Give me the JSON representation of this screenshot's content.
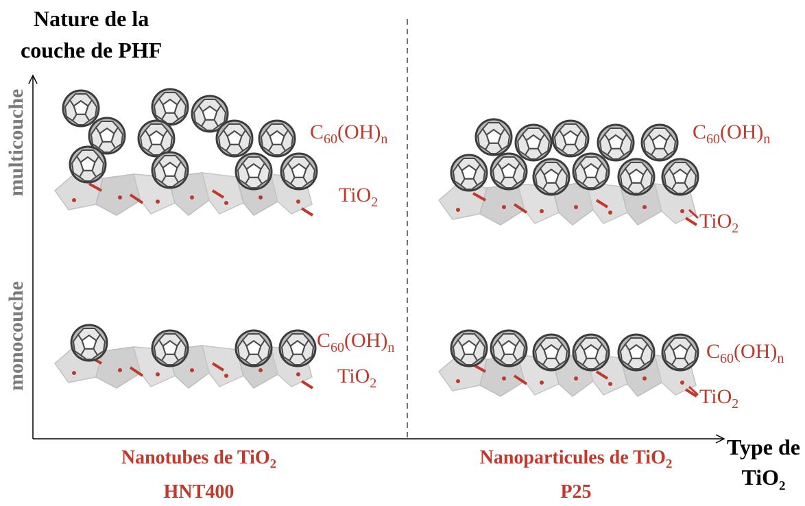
{
  "axes": {
    "y_label_line1": "Nature de la",
    "y_label_line2": "couche de PHF",
    "x_label_line1": "Type de",
    "x_label_line2_main": "TiO",
    "x_label_line2_sub": "2",
    "y_level_top": "multicouche",
    "y_level_bottom": "monocouche"
  },
  "labels": {
    "c60_main": "C",
    "c60_sub": "60",
    "c60_mid": "(OH)",
    "c60_sub2": "n",
    "tio2_main": "TiO",
    "tio2_sub": "2"
  },
  "categories": [
    {
      "line1_main": "Nanotubes de TiO",
      "line1_sub": "2",
      "line2": "HNT400"
    },
    {
      "line1_main": "Nanoparticules de TiO",
      "line1_sub": "2",
      "line2": "P25"
    }
  ],
  "colors": {
    "accent": "#c0392b",
    "axis": "#000000",
    "level_text": "#7a7a7a",
    "substrate": "#d4d4d4",
    "fullerene": "#5a5a5a"
  }
}
